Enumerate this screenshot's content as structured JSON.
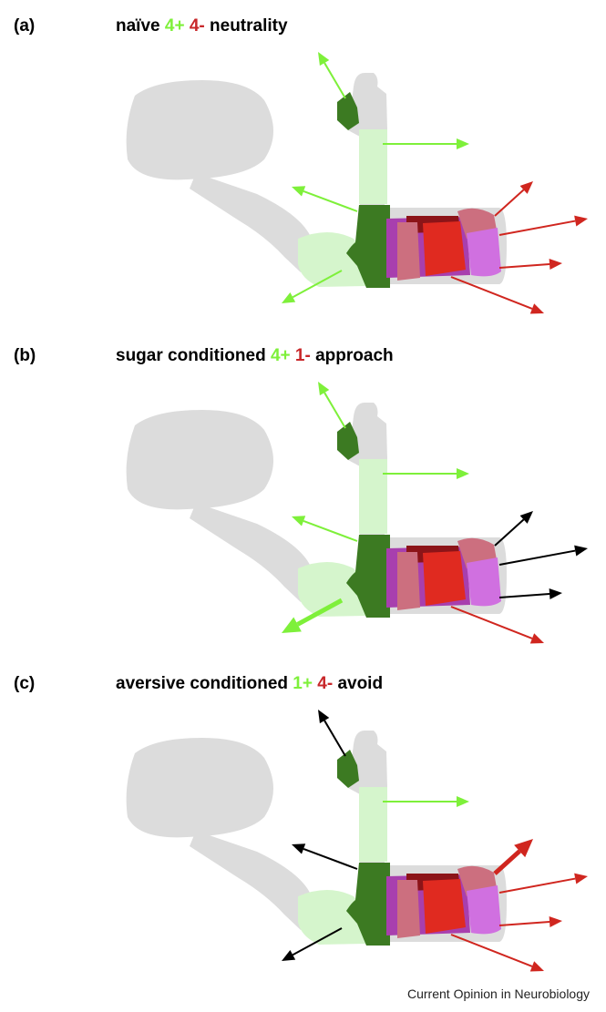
{
  "panels": [
    {
      "letter": "(a)",
      "title_prefix": "naïve",
      "green_count": "4+",
      "red_count": "4-",
      "title_suffix": "neutrality",
      "arrows": {
        "upper": "green",
        "middle_right": "green",
        "left": "green",
        "lower_left": "green",
        "red_up": "red",
        "red_right_1": "red",
        "red_right_2": "red",
        "red_down": "red"
      },
      "emphasized": []
    },
    {
      "letter": "(b)",
      "title_prefix": "sugar conditioned",
      "green_count": "4+",
      "red_count": "1-",
      "title_suffix": "approach",
      "arrows": {
        "upper": "green",
        "middle_right": "green",
        "left": "green",
        "lower_left": "green",
        "red_up": "black",
        "red_right_1": "black",
        "red_right_2": "black",
        "red_down": "red"
      },
      "emphasized": [
        "lower_left"
      ]
    },
    {
      "letter": "(c)",
      "title_prefix": "aversive conditioned",
      "green_count": "1+",
      "red_count": "4-",
      "title_suffix": "avoid",
      "arrows": {
        "upper": "black",
        "middle_right": "green",
        "left": "black",
        "lower_left": "black",
        "red_up": "red",
        "red_right_1": "red",
        "red_right_2": "red",
        "red_down": "red"
      },
      "emphasized": [
        "red_up"
      ]
    }
  ],
  "colors": {
    "green": "#7ef03a",
    "red": "#d0261f",
    "black": "#000000",
    "body_gray": "#dcdcdc",
    "light_green": "#d5f5cc",
    "mid_green": "#cdeec0",
    "dark_green": "#3c7a22",
    "magenta": "#a83fae",
    "pink": "#cc6f7f",
    "bright_red": "#e02a20",
    "dark_red": "#8c1418",
    "violet": "#d070e0"
  },
  "credit": "Current Opinion in Neurobiology"
}
